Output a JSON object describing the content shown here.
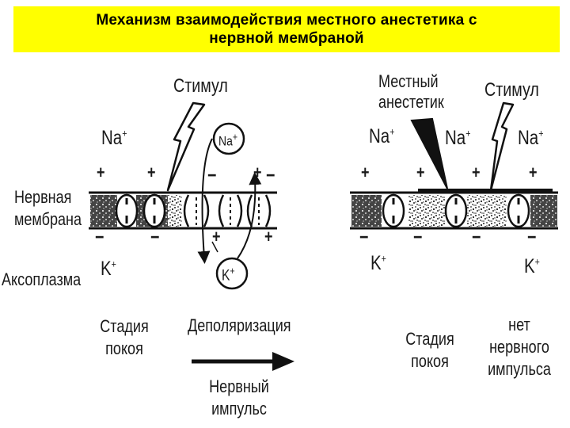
{
  "title": {
    "line1": "Механизм взаимодействия местного анестетика с",
    "line2": "нервной мембраной"
  },
  "left_panel": {
    "stimulus": "Стимул",
    "na_outside": "Na",
    "na_channel": "Na",
    "k_inside": "K",
    "k_channel": "K",
    "stage_rest_1": "Стадия",
    "stage_rest_2": "покоя",
    "depolarization": "Деполяризация",
    "impulse_1": "Нервный",
    "impulse_2": "импульс"
  },
  "right_panel": {
    "anesthetic_1": "Местный",
    "anesthetic_2": "анестетик",
    "stimulus": "Стимул",
    "na_left": "Na",
    "na_mid": "Na",
    "na_right": "Na",
    "k_left": "K",
    "k_right": "K",
    "stage_rest_1": "Стадия",
    "stage_rest_2": "покоя",
    "no_impulse_1": "нет",
    "no_impulse_2": "нервного",
    "no_impulse_3": "импульса"
  },
  "side_labels": {
    "membrane_1": "Нервная",
    "membrane_2": "мембрана",
    "axoplasm": "Аксоплазма"
  },
  "charge_symbols": {
    "plus": "+",
    "minus": "−"
  },
  "colors": {
    "title_background": "#ffff00",
    "ink": "#111111"
  }
}
